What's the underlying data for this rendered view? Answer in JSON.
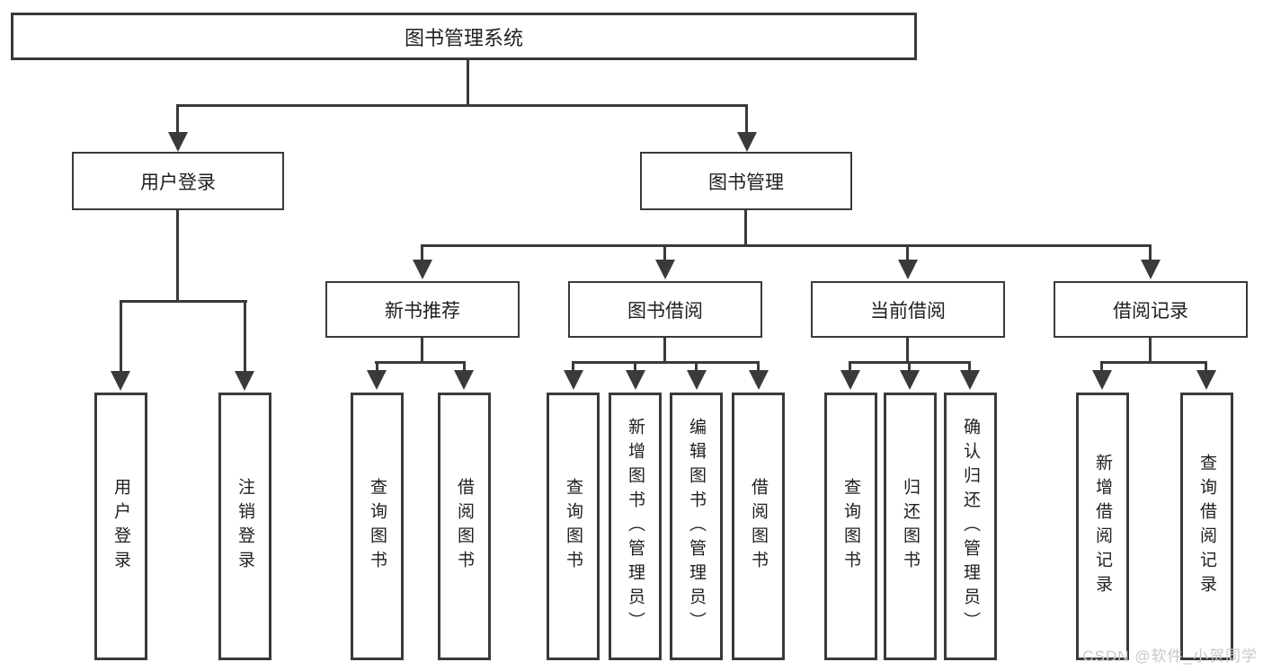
{
  "colors": {
    "background": "#ffffff",
    "line": "#3a3a3a",
    "text": "#1f1f1f",
    "watermark": "#c9c9c9"
  },
  "watermark": {
    "text": "CSDN @软件_小贺同学"
  },
  "diagram": {
    "type": "tree",
    "root": {
      "label": "图书管理系统"
    },
    "branches": [
      {
        "label": "用户登录",
        "children_labels": [
          "用户登录",
          "注销登录"
        ]
      },
      {
        "label": "图书管理",
        "children": [
          {
            "label": "新书推荐",
            "children_labels": [
              "查询图书",
              "借阅图书"
            ]
          },
          {
            "label": "图书借阅",
            "children_labels": [
              "查询图书",
              "新增图书（管理员）",
              "编辑图书（管理员）",
              "借阅图书"
            ]
          },
          {
            "label": "当前借阅",
            "children_labels": [
              "查询图书",
              "归还图书",
              "确认归还（管理员）"
            ]
          },
          {
            "label": "借阅记录",
            "children_labels": [
              "新增借阅记录",
              "查询借阅记录"
            ]
          }
        ]
      }
    ]
  }
}
